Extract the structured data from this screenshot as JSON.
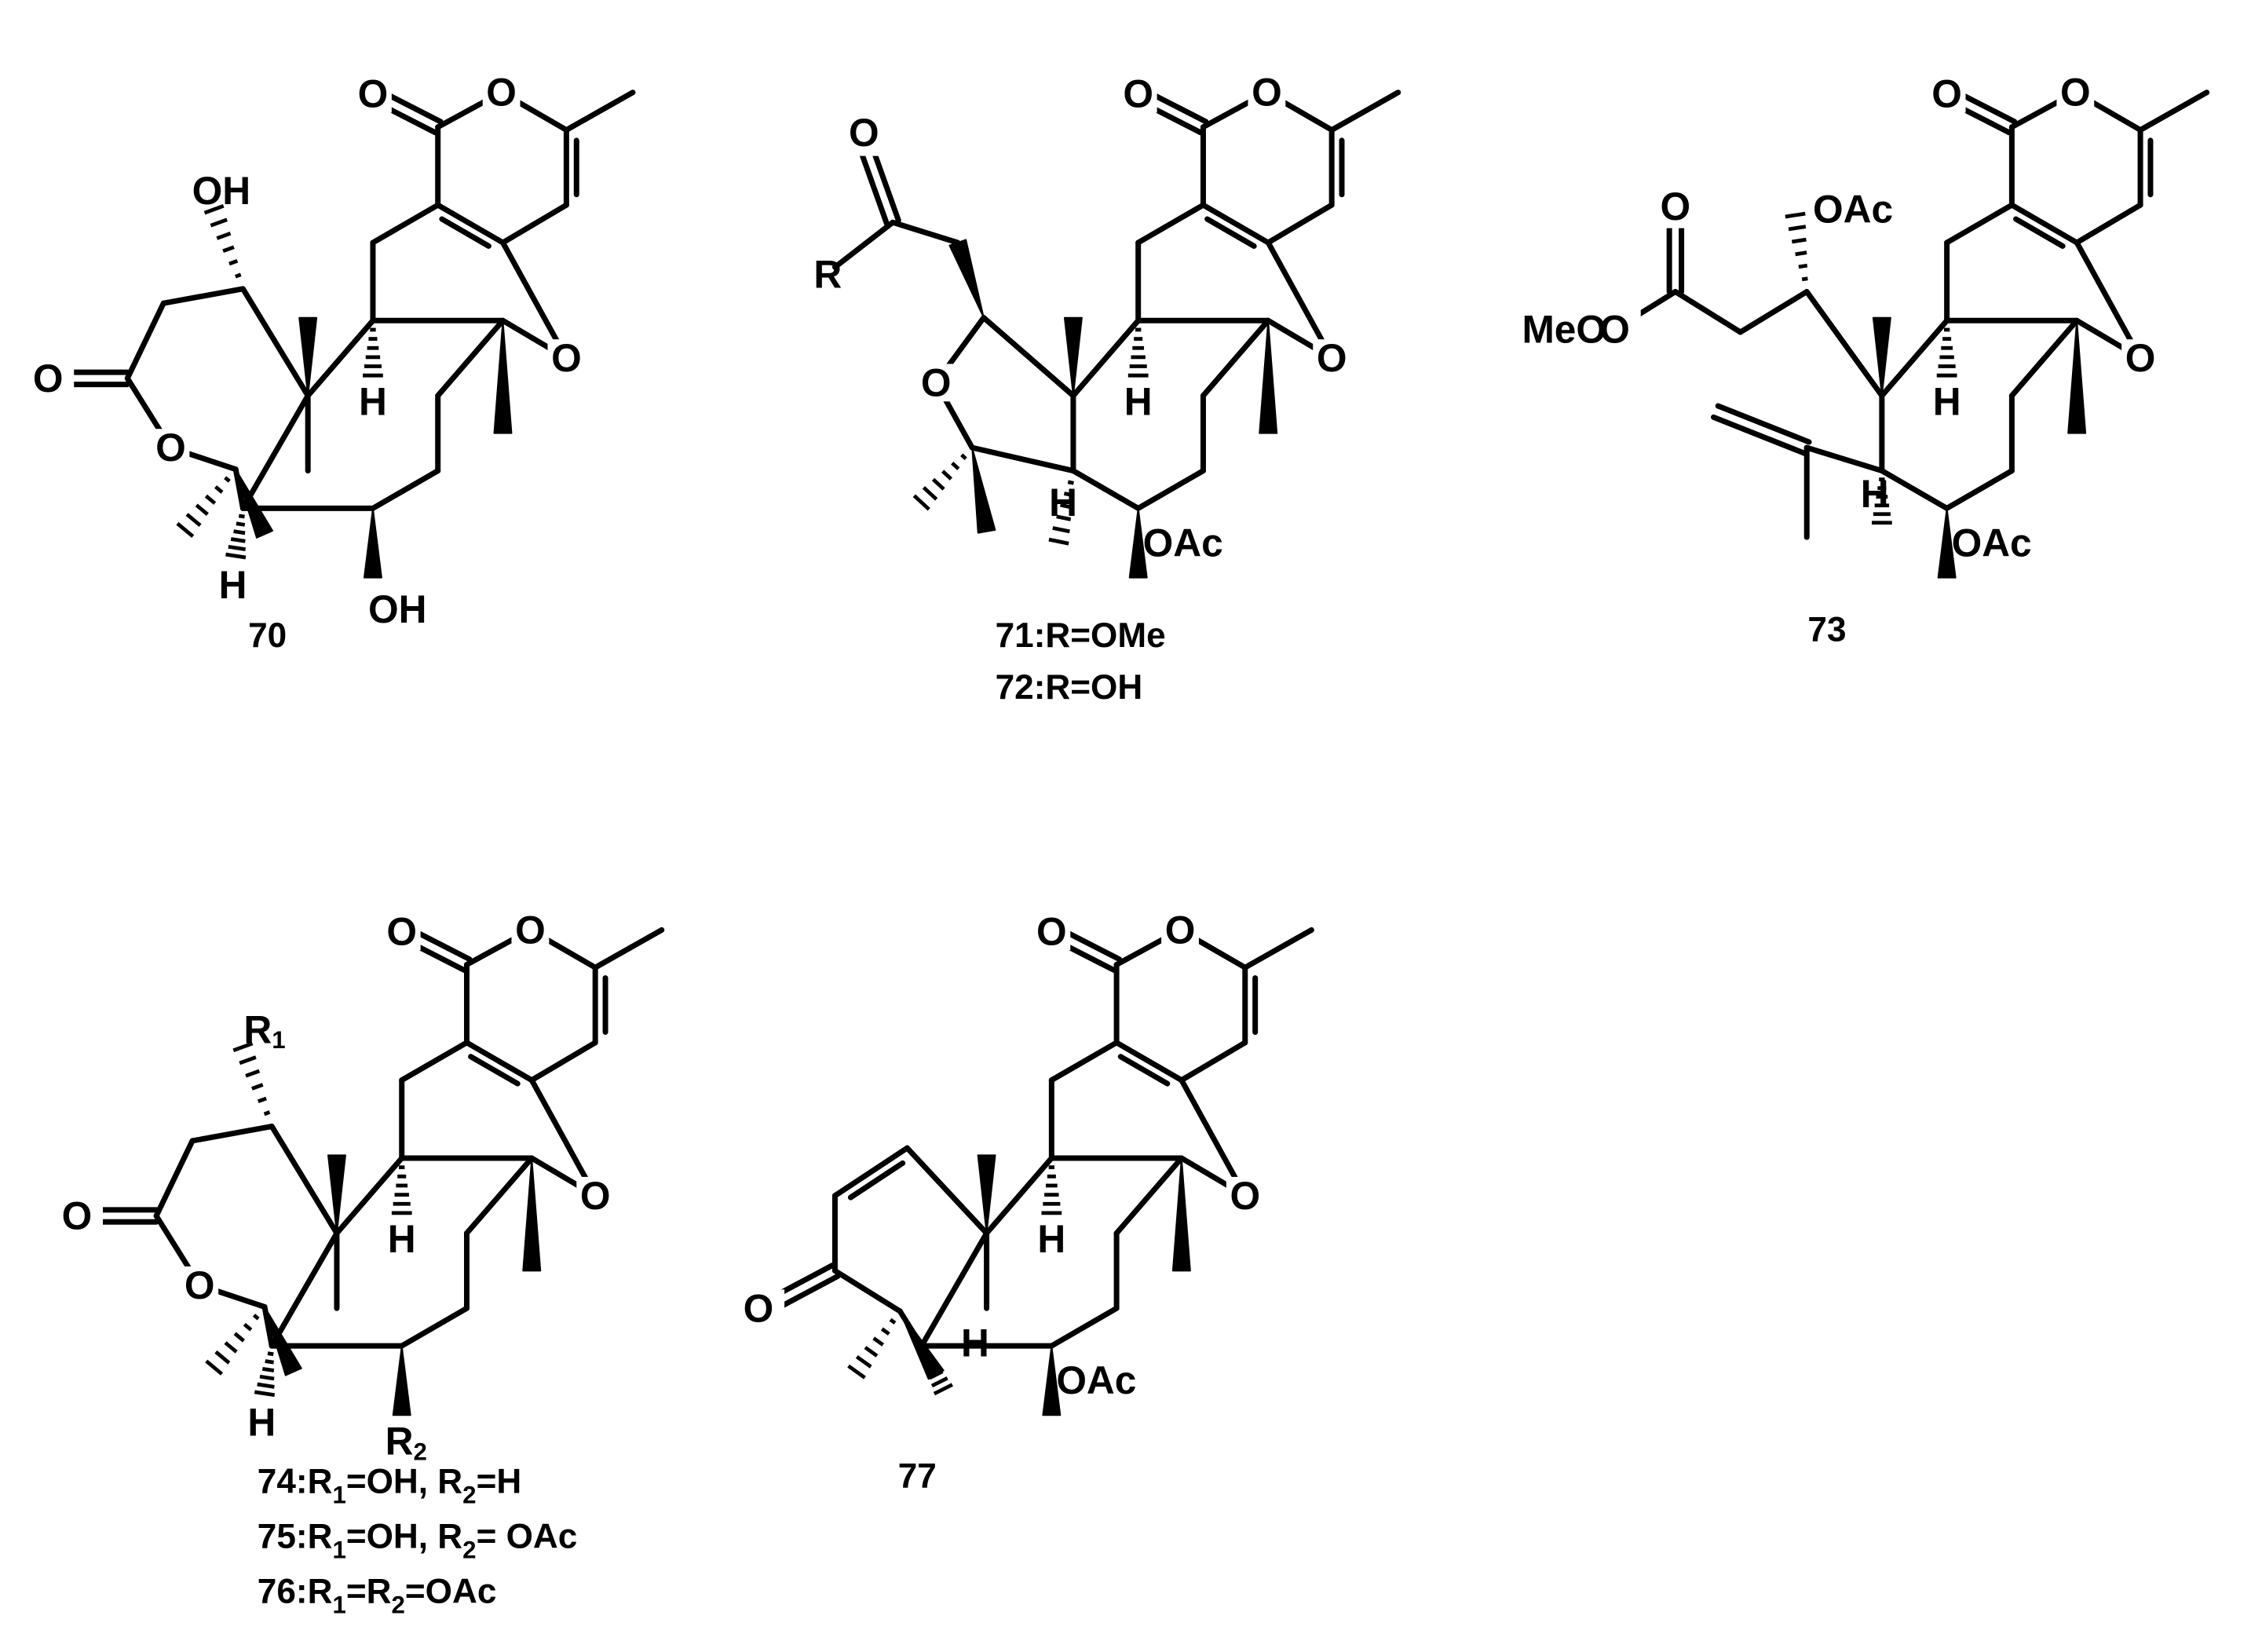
{
  "figure": {
    "compounds": [
      {
        "key": "c70",
        "captions": [
          "70"
        ]
      },
      {
        "key": "c71",
        "captions": [
          "71:R=OMe",
          "72:R=OH"
        ]
      },
      {
        "key": "c73",
        "captions": [
          "73"
        ]
      },
      {
        "key": "c74",
        "captions": [
          "74:R|1|=OH, R|2|=H",
          "75:R|1|=OH, R|2|= OAc",
          "76:R|1|=R|2|=OAc"
        ]
      },
      {
        "key": "c77",
        "captions": [
          "77"
        ]
      }
    ],
    "labels": {
      "O": "O",
      "H": "H",
      "OH": "OH",
      "OAc": "OAc",
      "MeO": "MeO",
      "R": "R",
      "R1": "R|1|",
      "R2": "R|2|"
    }
  }
}
